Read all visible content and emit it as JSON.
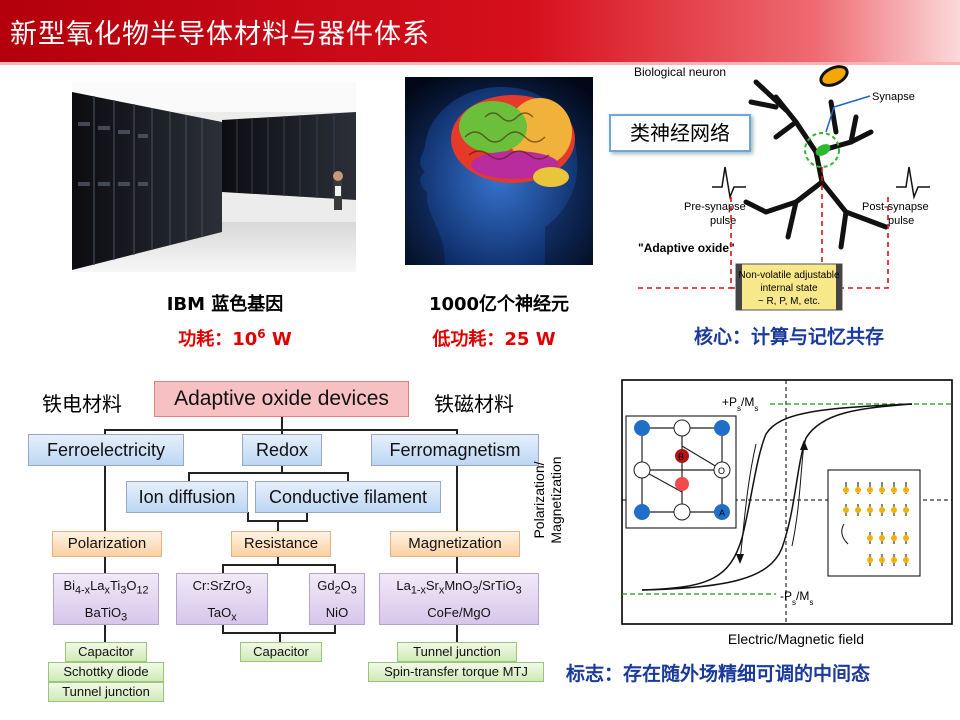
{
  "title": "新型氧化物半导体材料与器件体系",
  "panels": {
    "ibm": {
      "name": "IBM 蓝色基因",
      "power_label": "功耗：",
      "power_value": "10",
      "power_exp": "6",
      "power_unit": " W"
    },
    "brain": {
      "name": "1000亿个神经元",
      "power_label": "低功耗：",
      "power_value": "25 W"
    },
    "neuro": {
      "tag": "类神经网络",
      "caption": "核心：计算与记忆共存",
      "bio_label": "Biological neuron",
      "synapse": "Synapse",
      "pre": [
        "Pre-synapse",
        "pulse"
      ],
      "post": [
        "Post-synapse",
        "pulse"
      ],
      "adaptive": "\"Adaptive oxide\"",
      "state": [
        "Non-volatile adjustable",
        "internal state",
        "~ R, P, M, etc."
      ]
    }
  },
  "tree": {
    "left_label": "铁电材料",
    "right_label": "铁磁材料",
    "root": "Adaptive oxide devices",
    "branches": [
      "Ferroelectricity",
      "Redox",
      "Ferromagnetism"
    ],
    "redox_sub": [
      "Ion diffusion",
      "Conductive filament"
    ],
    "props": [
      "Polarization",
      "Resistance",
      "Magnetization"
    ],
    "mat_pol": [
      "Bi",
      "4-x",
      "La",
      "x",
      "Ti",
      "3",
      "O",
      "12",
      "BaTiO",
      "3"
    ],
    "mat_res_left": [
      "Cr:SrZrO",
      "3",
      "TaO",
      "x"
    ],
    "mat_res_right": [
      "Gd",
      "2",
      "O",
      "3",
      "NiO"
    ],
    "mat_mag": [
      "La",
      "1-x",
      "Sr",
      "x",
      "MnO",
      "3",
      "/SrTiO",
      "3",
      "CoFe/MgO"
    ],
    "dev_pol": [
      "Capacitor",
      "Schottky diode",
      "Tunnel junction"
    ],
    "dev_res": [
      "Capacitor"
    ],
    "dev_mag": [
      "Tunnel junction",
      "Spin-transfer torque MTJ"
    ]
  },
  "hysteresis": {
    "ylabel": [
      "Polarization/",
      "Magnetization"
    ],
    "xlabel": "Electric/Magnetic field",
    "top": [
      "+P",
      "s",
      "/M",
      "s"
    ],
    "bottom": [
      "-P",
      "s",
      "/M",
      "s"
    ],
    "atom_B": "B",
    "atom_O": "O",
    "atom_A": "A",
    "caption": "标志：存在随外场精细可调的中间态"
  }
}
